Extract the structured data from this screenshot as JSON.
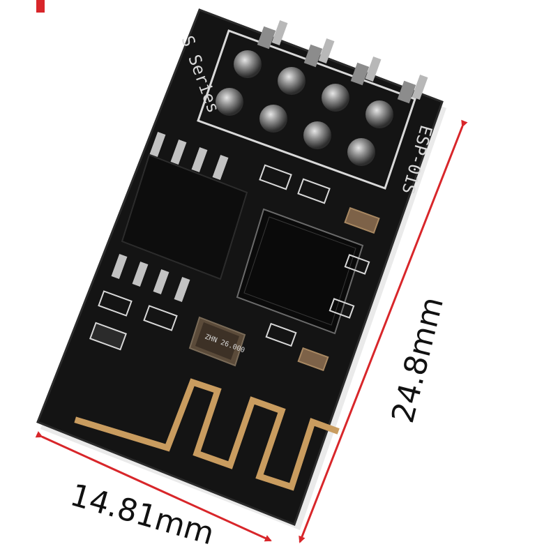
{
  "image": {
    "subject": "ESP-01S WiFi module",
    "silkscreen": {
      "series_label": "S Series",
      "model_label": "ESP-01S",
      "crystal_label": "ZHN 26.000"
    },
    "dimensions": {
      "width": "14.81mm",
      "height": "24.8mm"
    },
    "colors": {
      "pcb": "#141414",
      "silkscreen": "#d9d9d9",
      "antenna": "#c99c5f",
      "dimension_arrow": "#d8262a",
      "pins": "#9a9a9a"
    }
  }
}
